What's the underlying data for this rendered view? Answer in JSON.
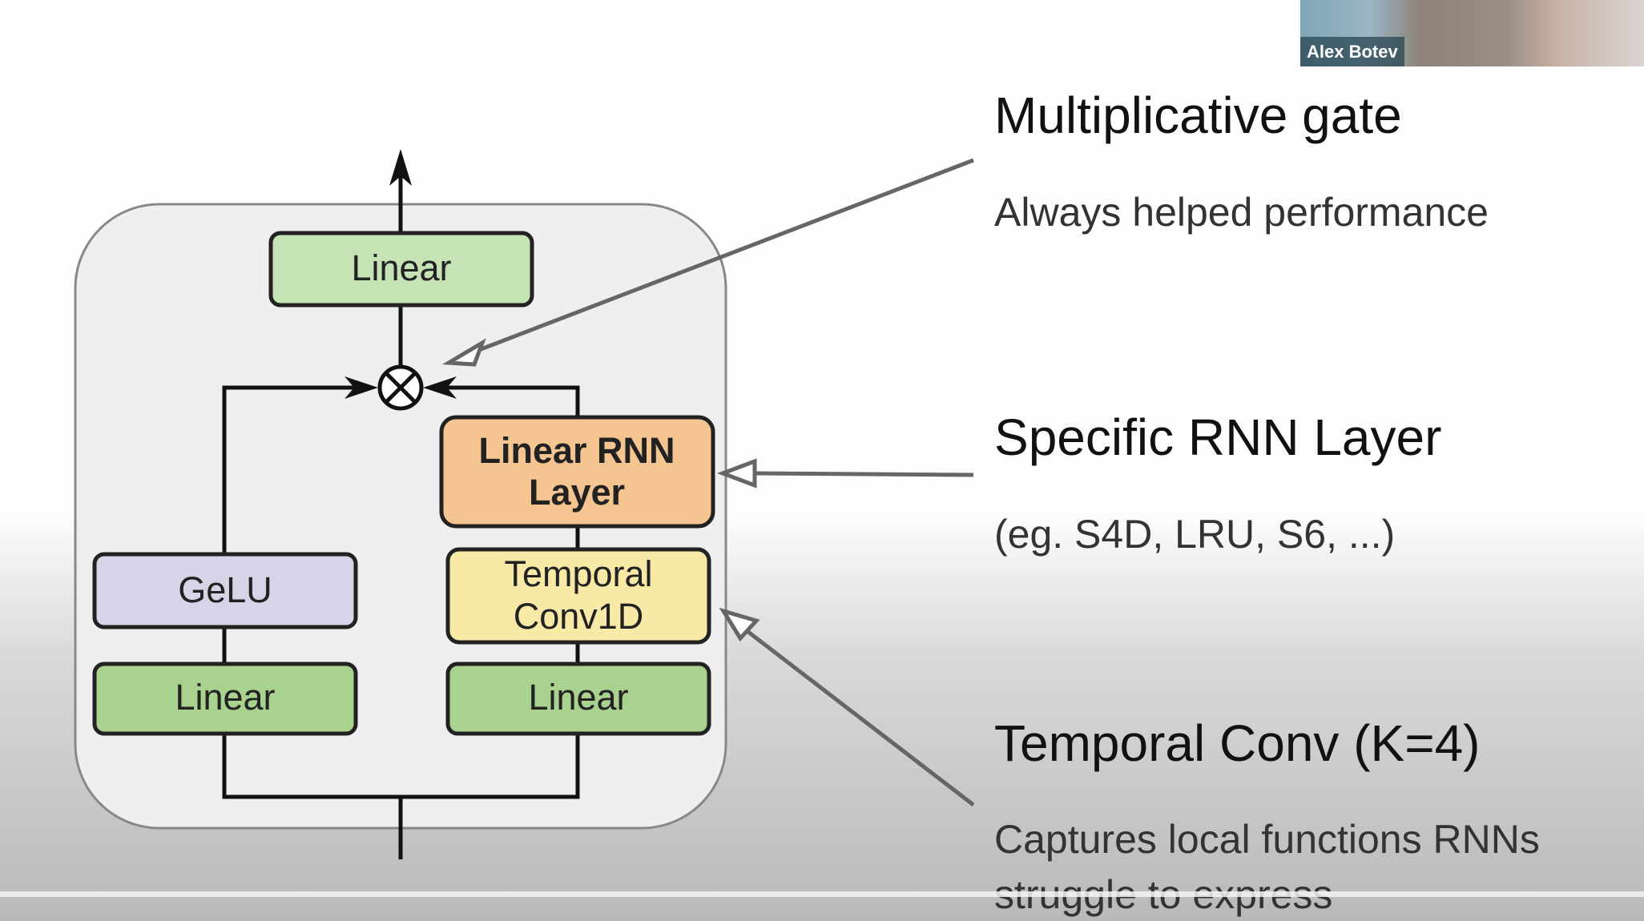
{
  "video": {
    "speaker_name": "Alex Botev"
  },
  "diagram": {
    "top_linear": "Linear",
    "rnn_layer_line1": "Linear RNN",
    "rnn_layer_line2": "Layer",
    "temporal_conv_line1": "Temporal",
    "temporal_conv_line2": "Conv1D",
    "gelu": "GeLU",
    "left_linear": "Linear",
    "right_linear": "Linear",
    "colors": {
      "linear": "#c6e3b5",
      "rnn_layer": "#f5c591",
      "temporal_conv": "#f8e9a6",
      "gelu": "#d9d3e8",
      "container": "#f0f0f0"
    }
  },
  "annotations": [
    {
      "title": "Multiplicative gate",
      "lines": [
        "Always helped performance"
      ]
    },
    {
      "title": "Specific RNN Layer",
      "lines": [
        "(eg. S4D, LRU, S6, ...)"
      ]
    },
    {
      "title": "Temporal Conv (K=4)",
      "lines": [
        "Captures local functions RNNs",
        "struggle to express"
      ]
    }
  ]
}
